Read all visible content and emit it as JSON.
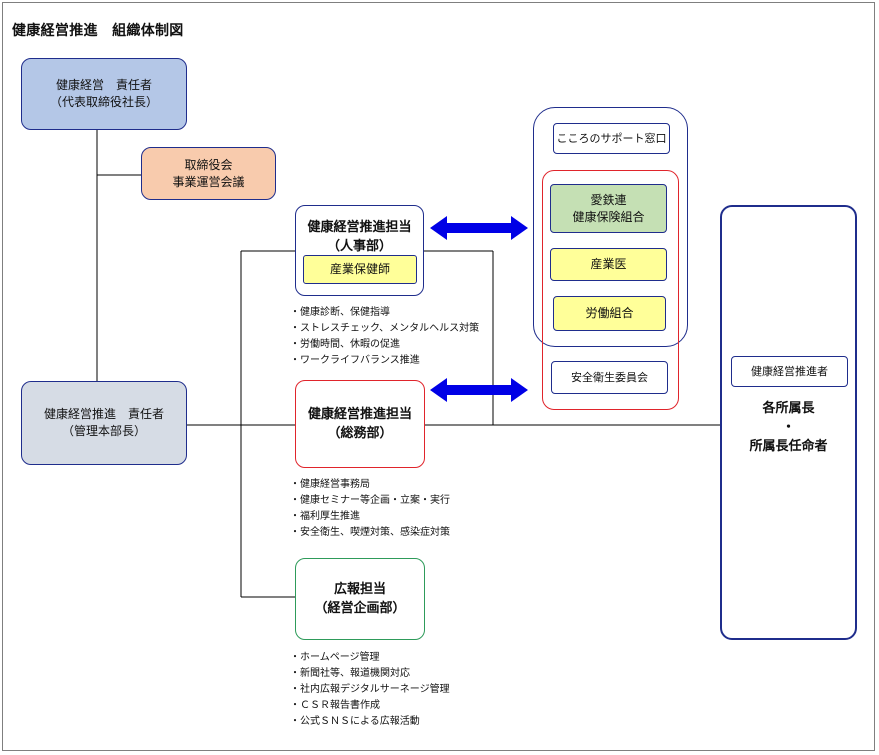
{
  "title": "健康経営推進　組織体制図",
  "boxes": {
    "ceo": {
      "line1": "健康経営　責任者",
      "line2": "（代表取締役社長）"
    },
    "board": {
      "line1": "取締役会",
      "line2": "事業運営会議"
    },
    "hr": {
      "line1": "健康経営推進担当",
      "line2": "（人事部）"
    },
    "nurse": "産業保健師",
    "ga": {
      "line1": "健康経営推進担当",
      "line2": "（総務部）"
    },
    "pr": {
      "line1": "広報担当",
      "line2": "（経営企画部）"
    },
    "director": {
      "line1": "健康経営推進　責任者",
      "line2": "（管理本部長）"
    },
    "kokoro": "こころのサポート窓口",
    "insurance": {
      "line1": "愛鉄連",
      "line2": "健康保険組合"
    },
    "doctor": "産業医",
    "union": "労働組合",
    "safety": "安全衛生委員会",
    "promoter_label": "健康経営推進者",
    "managers": {
      "line1": "各所属長",
      "line2": "・",
      "line3": "所属長任命者"
    }
  },
  "lists": {
    "hr": [
      "・健康診断、保健指導",
      "・ストレスチェック、メンタルヘルス対策",
      "・労働時間、休暇の促進",
      "・ワークライフバランス推進"
    ],
    "ga": [
      "・健康経営事務局",
      "・健康セミナー等企画・立案・実行",
      "・福利厚生推進",
      "・安全衛生、喫煙対策、感染症対策"
    ],
    "pr": [
      "・ホームページ管理",
      "・新聞社等、報道機関対応",
      "・社内広報デジタルサーネージ管理",
      "・ＣＳＲ報告書作成",
      "・公式ＳＮＳによる広報活動"
    ]
  },
  "colors": {
    "blue_fill": "#b4c7e7",
    "orange_fill": "#f8cbad",
    "gray_blue_fill": "#d6dce5",
    "green_fill": "#c5e0b4",
    "yellow_fill": "#ffff99",
    "navy": "#1f2d8c",
    "red": "#e0242b",
    "green": "#2e9b5a",
    "arrow": "#0000e6"
  }
}
